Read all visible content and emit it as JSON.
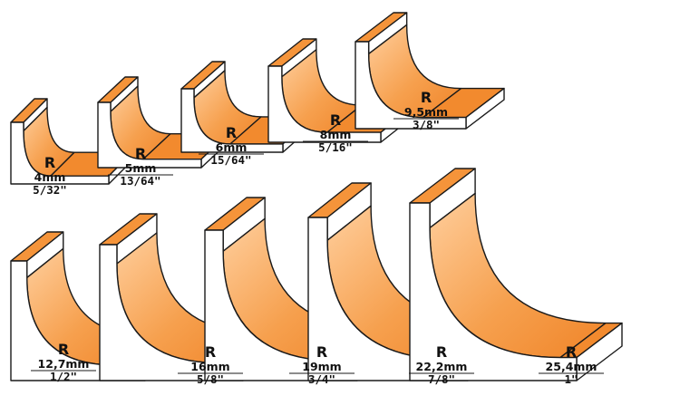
{
  "colors": {
    "profile_orange": "#F28A2E",
    "profile_orange_light": "#FFC995",
    "outline": "#1a1a1a",
    "background": "#ffffff"
  },
  "profiles": [
    {
      "r_label": "R",
      "mm": "4mm",
      "inch": "5/32\""
    },
    {
      "r_label": "R",
      "mm": "5mm",
      "inch": "13/64\""
    },
    {
      "r_label": "R",
      "mm": "6mm",
      "inch": "15/64\""
    },
    {
      "r_label": "R",
      "mm": "8mm",
      "inch": "5/16\""
    },
    {
      "r_label": "R",
      "mm": "9,5mm",
      "inch": "3/8\""
    },
    {
      "r_label": "R",
      "mm": "12,7mm",
      "inch": "1/2\""
    },
    {
      "r_label": "R",
      "mm": "16mm",
      "inch": "5/8\""
    },
    {
      "r_label": "R",
      "mm": "19mm",
      "inch": "3/4\""
    },
    {
      "r_label": "R",
      "mm": "22,2mm",
      "inch": "7/8\""
    },
    {
      "r_label": "R",
      "mm": "25,4mm",
      "inch": "1\""
    }
  ]
}
